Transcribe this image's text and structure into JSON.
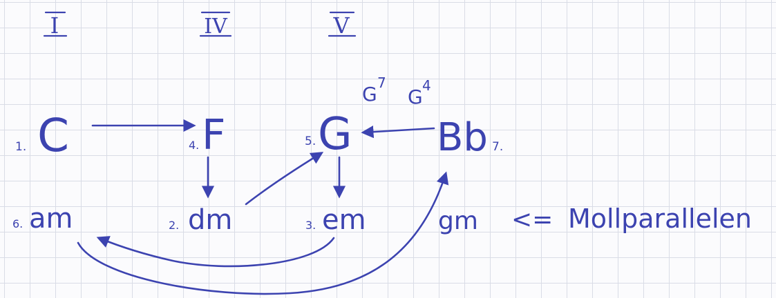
{
  "degrees": {
    "tonic": "I",
    "subdominant": "IV",
    "dominant": "V"
  },
  "chords": {
    "c": {
      "order": "1.",
      "name": "C"
    },
    "f": {
      "order": "4.",
      "name": "F"
    },
    "g": {
      "order": "5.",
      "name": "G",
      "ext1": "G",
      "ext1_sup": "7",
      "ext2": "G",
      "ext2_sup": "4"
    },
    "bb": {
      "order": "7.",
      "name": "Bb"
    },
    "am": {
      "order": "6.",
      "name": "am"
    },
    "dm": {
      "order": "2.",
      "name": "dm"
    },
    "em": {
      "order": "3.",
      "name": "em"
    },
    "gm": {
      "name": "gm"
    }
  },
  "annotation": {
    "arrow": "<=",
    "text": "Mollparallelen"
  },
  "colors": {
    "ink": "#3c43b0",
    "grid": "#d9dce6",
    "paper": "#fbfbfd"
  }
}
